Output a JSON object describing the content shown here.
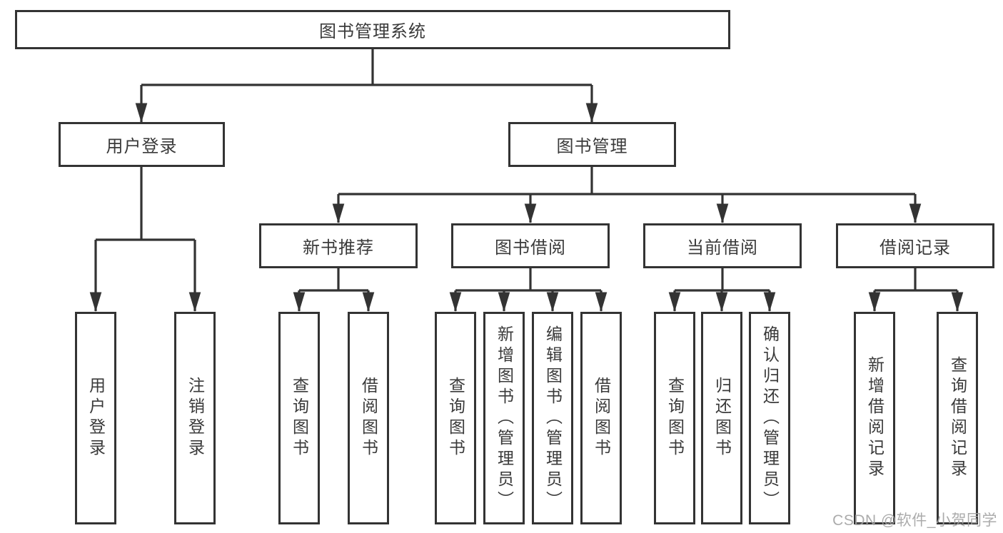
{
  "diagram": {
    "watermark": "CSDN @软件_小贺同学",
    "colors": {
      "line": "#333333",
      "box_border": "#333333",
      "box_fill": "#ffffff",
      "text": "#3a3a3a",
      "background": "#ffffff",
      "watermark": "#a3a3a3"
    },
    "nodes": {
      "root": {
        "label": "图书管理系统"
      },
      "user_login": {
        "label": "用户登录"
      },
      "book_mgmt": {
        "label": "图书管理"
      },
      "new_books": {
        "label": "新书推荐"
      },
      "book_borrow": {
        "label": "图书借阅"
      },
      "current_borrow": {
        "label": "当前借阅"
      },
      "borrow_records": {
        "label": "借阅记录"
      },
      "leaf_user_login": {
        "label": "用户登录"
      },
      "leaf_logout": {
        "label": "注销登录"
      },
      "leaf_nb_query": {
        "label": "查询图书"
      },
      "leaf_nb_borrow": {
        "label": "借阅图书"
      },
      "leaf_bb_query": {
        "label": "查询图书"
      },
      "leaf_bb_add": {
        "label": "新增图书（管理员）"
      },
      "leaf_bb_edit": {
        "label": "编辑图书（管理员）"
      },
      "leaf_bb_borrow": {
        "label": "借阅图书"
      },
      "leaf_cb_query": {
        "label": "查询图书"
      },
      "leaf_cb_return": {
        "label": "归还图书"
      },
      "leaf_cb_confirm": {
        "label": "确认归还（管理员）"
      },
      "leaf_br_add": {
        "label": "新增借阅记录"
      },
      "leaf_br_query": {
        "label": "查询借阅记录"
      }
    }
  }
}
